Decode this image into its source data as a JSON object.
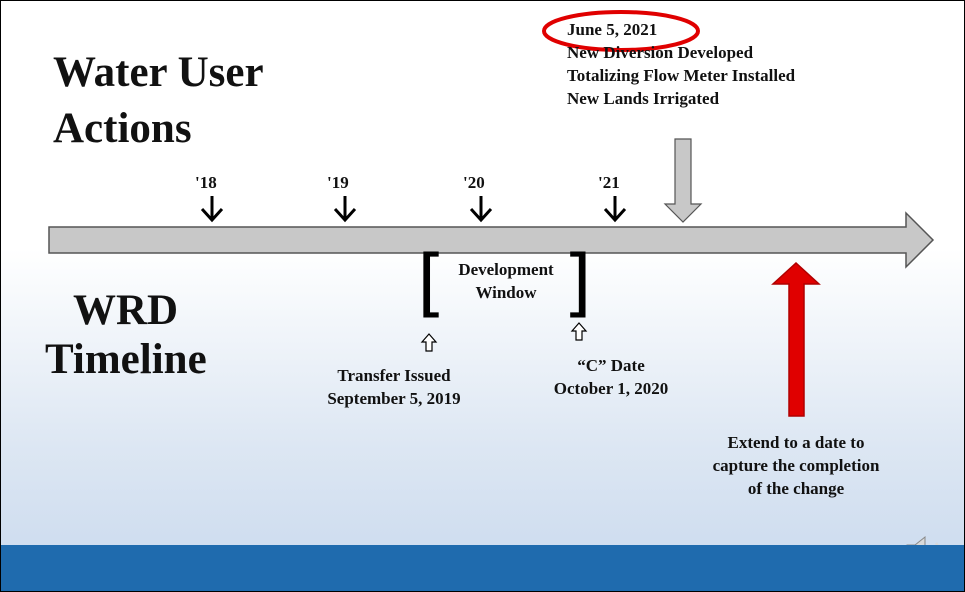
{
  "water_user_actions": {
    "line1": "Water User",
    "line2": "Actions"
  },
  "wrd_timeline": {
    "line1": "WRD",
    "line2": "Timeline"
  },
  "years": [
    "'18",
    "'19",
    "'20",
    "'21"
  ],
  "event_june": {
    "date": "June 5, 2021",
    "lines": [
      "New Diversion Developed",
      "Totalizing Flow Meter Installed",
      "New Lands Irrigated"
    ]
  },
  "development_window": {
    "line1": "Development",
    "line2": "Window"
  },
  "transfer_issued": {
    "line1": "Transfer Issued",
    "line2": "September 5, 2019"
  },
  "c_date": {
    "line1": "“C” Date",
    "line2": "October 1, 2020"
  },
  "extend_note": {
    "line1": "Extend to a date to",
    "line2": "capture the completion",
    "line3": "of the change"
  },
  "colors": {
    "timeline_fill": "#C8C8C8",
    "highlight_ellipse": "#E00000",
    "red_arrow": "#E00000",
    "bottom_bar": "#1F6BAE"
  },
  "icons": {
    "speaker": "speaker-icon"
  }
}
